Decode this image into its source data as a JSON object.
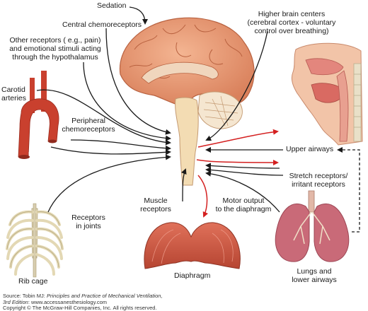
{
  "labels": {
    "sedation": "Sedation",
    "central_chemoreceptors": "Central chemoreceptors",
    "higher_brain_1": "Higher brain centers",
    "higher_brain_2": "(cerebral cortex - voluntary",
    "higher_brain_3": "control over breathing)",
    "other_receptors_1": "Other receptors ( e.g., pain)",
    "other_receptors_2": "and emotional stimuli acting",
    "other_receptors_3": "through the hypothalamus",
    "carotid_1": "Carotid",
    "carotid_2": "arteries",
    "aorta": "Aorta",
    "peripheral_1": "Peripheral",
    "peripheral_2": "chemoreceptors",
    "upper_airways": "Upper airways",
    "stretch_1": "Stretch receptors/",
    "stretch_2": "irritant receptors",
    "muscle_1": "Muscle",
    "muscle_2": "receptors",
    "motor_1": "Motor output",
    "motor_2": "to the diaphragm",
    "joints_1": "Receptors",
    "joints_2": "in joints",
    "rib_cage": "Rib cage",
    "diaphragm": "Diaphragm",
    "lungs_1": "Lungs and",
    "lungs_2": "lower airways"
  },
  "source": {
    "prefix": "Source: Tobin MJ: ",
    "title": "Principles and Practice of Mechanical Ventilation,",
    "edition": "3rd Edition",
    "edition_suffix": ": www.accessanesthesiology.com",
    "copyright": "Copyright © The McGraw-Hill Companies, Inc. All rights reserved."
  },
  "colors": {
    "brain": "#e9a07c",
    "brain_dark": "#b8613f",
    "brainstem": "#f3dcb3",
    "cerebellum": "#f5e6d0",
    "aorta": "#c9402e",
    "muscle": "#cf5a45",
    "lung": "#c96a78",
    "bone": "#efe6c8",
    "arrow_black": "#1a1a1a",
    "arrow_red": "#d42020"
  }
}
